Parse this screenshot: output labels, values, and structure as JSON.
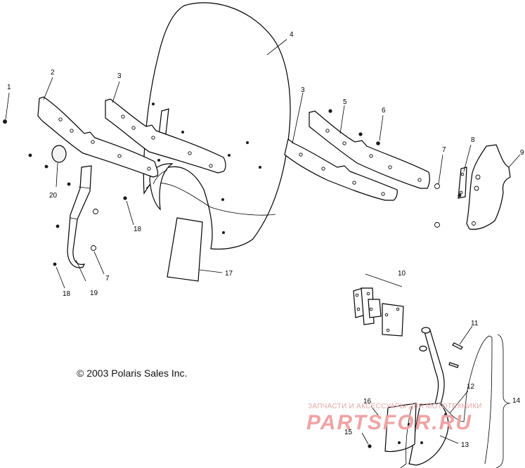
{
  "diagram": {
    "copyright": "© 2003 Polaris Sales Inc.",
    "watermark": {
      "caption": "ЗАПЧАСТИ И АКСЕССУАРЫ ДЛЯ МОТОТЕХНИКИ",
      "logo": "PARTSFOR.RU",
      "color": "#f0a3a3"
    },
    "callouts": [
      "1",
      "2",
      "3",
      "3",
      "4",
      "5",
      "6",
      "7",
      "7",
      "8",
      "9",
      "10",
      "11",
      "12",
      "13",
      "14",
      "15",
      "16",
      "17",
      "18",
      "18",
      "19",
      "20"
    ]
  }
}
